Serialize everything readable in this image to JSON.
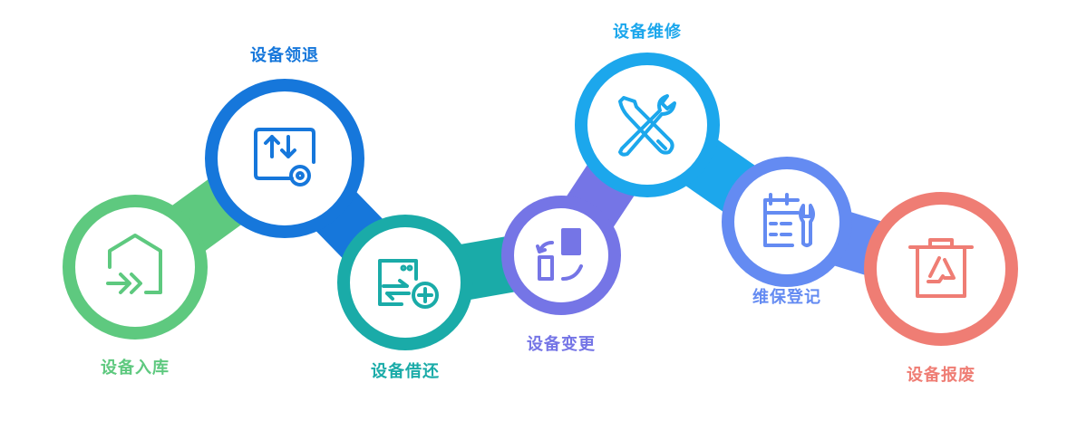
{
  "steps": [
    {
      "label": "设备入库",
      "color": "#5ec97f",
      "icon": "warehouse-in-icon"
    },
    {
      "label": "设备领退",
      "color": "#1677db",
      "icon": "transfer-settings-icon"
    },
    {
      "label": "设备借还",
      "color": "#1aaba8",
      "icon": "borrow-return-icon"
    },
    {
      "label": "设备变更",
      "color": "#7575e6",
      "icon": "change-icon"
    },
    {
      "label": "设备维修",
      "color": "#1ca7ec",
      "icon": "repair-tools-icon"
    },
    {
      "label": "维保登记",
      "color": "#648bf2",
      "icon": "maintenance-register-icon"
    },
    {
      "label": "设备报废",
      "color": "#ef7d74",
      "icon": "recycle-bin-icon"
    }
  ]
}
